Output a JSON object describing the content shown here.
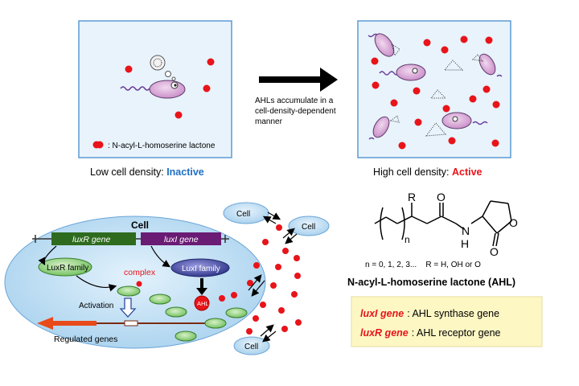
{
  "top": {
    "legend_text": ": N-acyl-L-homoserine lactone",
    "arrow_caption": [
      "AHLs accumulate in a",
      "cell-density-dependent",
      "manner"
    ],
    "low_prefix": "Low cell density: ",
    "low_state": "Inactive",
    "high_prefix": "High cell density: ",
    "high_state": "Active"
  },
  "cell": {
    "title": "Cell",
    "luxR_gene": "luxR gene",
    "luxI_gene": "luxI gene",
    "luxR_family": "LuxR family",
    "luxI_family": "LuxI family",
    "complex": "complex",
    "activation": "Activation",
    "ahl": "AHL",
    "regulated": "Regulated genes",
    "neighbor_cells": [
      "Cell",
      "Cell",
      "Cell"
    ]
  },
  "chemistry": {
    "atoms": {
      "R": "R",
      "O1": "O",
      "O2": "O",
      "O3": "O",
      "N": "N",
      "H": "H",
      "n": "n"
    },
    "variables": "n = 0, 1, 2, 3...    R = H, OH or O",
    "name": "N-acyl-L-homoserine lactone (AHL)"
  },
  "legend_box": {
    "luxI_label": "luxI gene",
    "luxI_desc": ": AHL synthase gene",
    "luxR_label": "luxR gene",
    "luxR_desc": ": AHL receptor gene"
  },
  "colors": {
    "panel_fill": "#e8f3fb",
    "panel_border": "#5b9bd5",
    "ahl_red": "#e8141a",
    "inactive_blue": "#1f6fc6",
    "luxR_green": "#2e6b1f",
    "luxI_purple": "#6a1b74",
    "legend_yellow": "#fdf7c4"
  }
}
